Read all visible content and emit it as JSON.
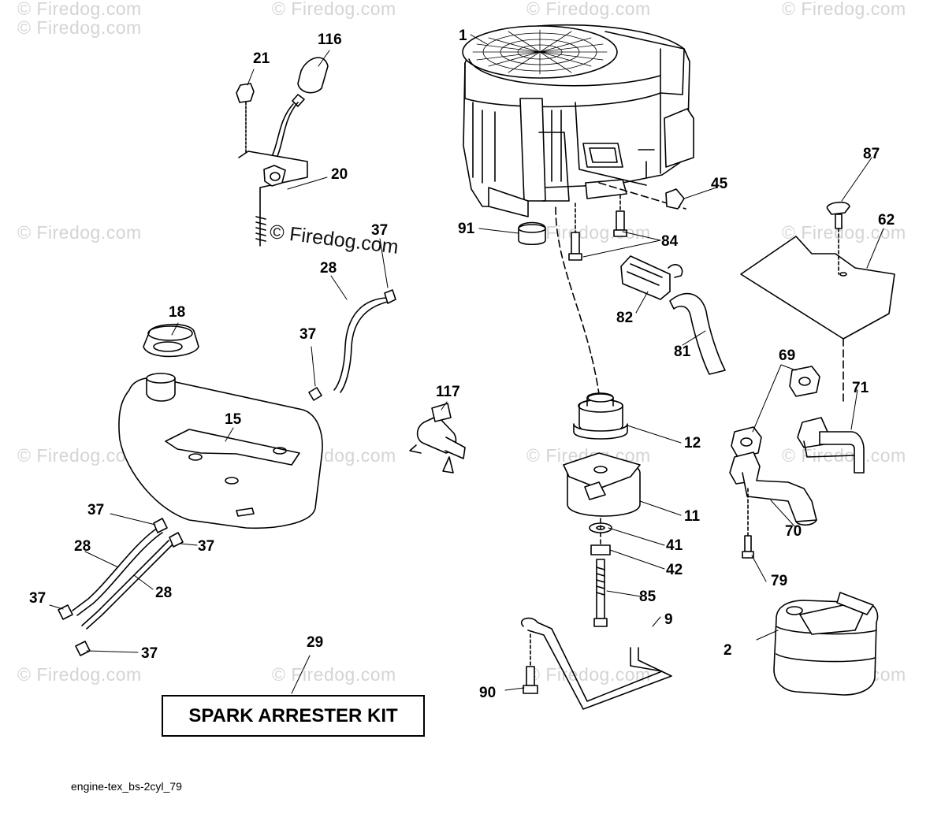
{
  "watermark": "© Firedog.com",
  "watermark_center": "© Firedog.com",
  "kit_label": "SPARK ARRESTER KIT",
  "diagram_code": "engine-tex_bs-2cyl_79",
  "callouts": {
    "c1": "1",
    "c2": "2",
    "c9": "9",
    "c11": "11",
    "c12": "12",
    "c15": "15",
    "c18": "18",
    "c20": "20",
    "c21": "21",
    "c28a": "28",
    "c28b": "28",
    "c28c": "28",
    "c29": "29",
    "c37a": "37",
    "c37b": "37",
    "c37c": "37",
    "c37d": "37",
    "c37e": "37",
    "c37f": "37",
    "c41": "41",
    "c42": "42",
    "c45": "45",
    "c62": "62",
    "c69": "69",
    "c70": "70",
    "c71": "71",
    "c79": "79",
    "c81": "81",
    "c82": "82",
    "c84": "84",
    "c85": "85",
    "c87": "87",
    "c90": "90",
    "c91": "91",
    "c116": "116",
    "c117": "117"
  }
}
